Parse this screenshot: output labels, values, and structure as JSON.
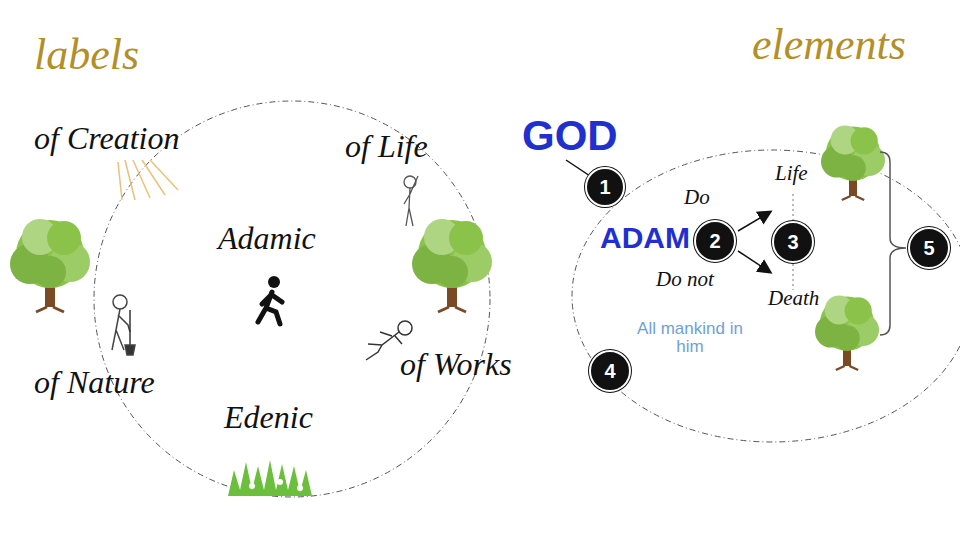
{
  "diagram": {
    "nodes": [
      {
        "text": [
          "1"
        ]
      },
      {
        "text": [
          "2"
        ]
      },
      {
        "text": [
          "3"
        ]
      },
      {
        "text": [
          "4"
        ]
      },
      {
        "text": [
          "5"
        ]
      }
    ],
    "labels": [
      "labels",
      "elements",
      "of Creation",
      "of Life",
      "Adamic",
      "of Nature",
      "of Works",
      "Edenic",
      "GOD",
      "ADAM",
      "Do",
      "Do not",
      "Life",
      "Death",
      "All mankind in him"
    ]
  }
}
